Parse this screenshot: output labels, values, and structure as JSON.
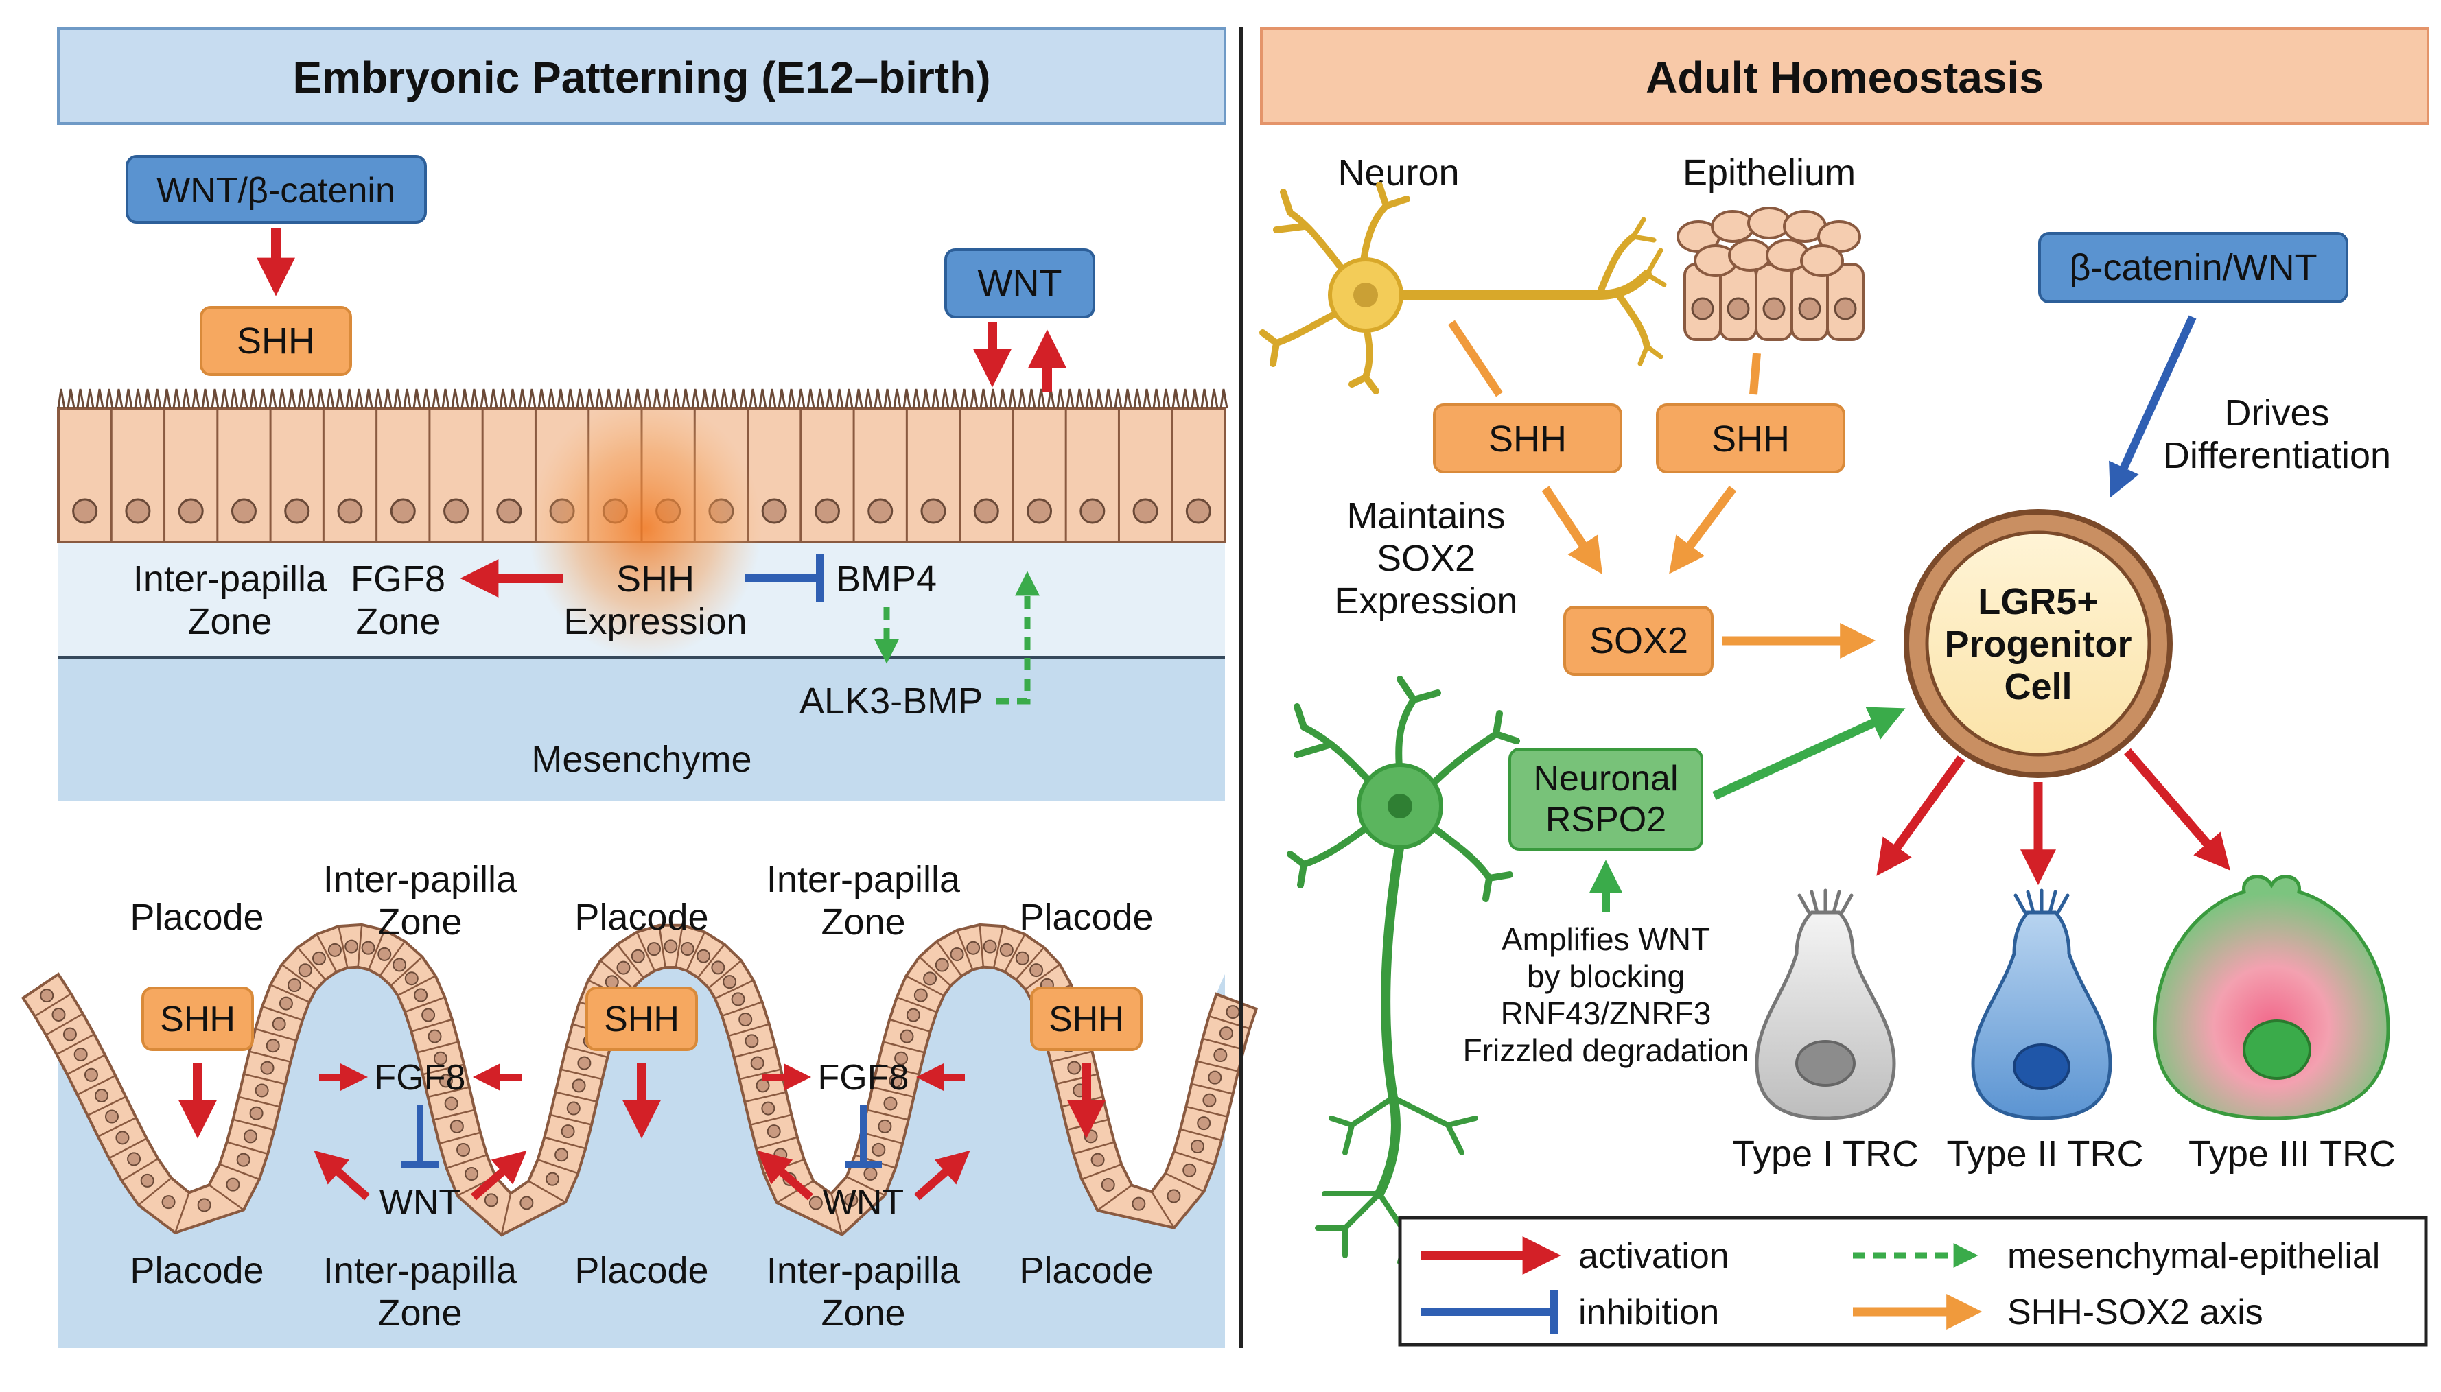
{
  "embryonic": {
    "title": "Embryonic Patterning (E12–birth)",
    "wnt_bcatenin": "WNT/β-catenin",
    "shh_top": "SHH",
    "wnt_top": "WNT",
    "inter_papilla_zone": [
      "Inter-papilla",
      "Zone"
    ],
    "fgf8_zone": [
      "FGF8",
      "Zone"
    ],
    "shh_expression": [
      "SHH",
      "Expression"
    ],
    "bmp4": "BMP4",
    "alk3_bmp": "ALK3-BMP",
    "mesenchyme": "Mesenchyme",
    "bottom": {
      "placode": "Placode",
      "inter_papilla": [
        "Inter-papilla",
        "Zone"
      ],
      "shh": "SHH",
      "fgf8": "FGF8",
      "wnt": "WNT"
    }
  },
  "adult": {
    "title": "Adult Homeostasis",
    "neuron": "Neuron",
    "epithelium": "Epithelium",
    "shh": "SHH",
    "bcatenin_wnt": "β-catenin/WNT",
    "drives_differentiation": [
      "Drives",
      "Differentiation"
    ],
    "maintains_sox2": [
      "Maintains",
      "SOX2",
      "Expression"
    ],
    "sox2": "SOX2",
    "progenitor": [
      "LGR5+",
      "Progenitor",
      "Cell"
    ],
    "neuronal_rspo2": [
      "Neuronal",
      "RSPO2"
    ],
    "amplifies_wnt": [
      "Amplifies WNT",
      "by blocking",
      "RNF43/ZNRF3",
      "Frizzled degradation"
    ],
    "type1": "Type I TRC",
    "type2": "Type II TRC",
    "type3": "Type III TRC"
  },
  "legend": {
    "activation": "activation",
    "inhibition": "inhibition",
    "mesenchymal_epithelial": "mesenchymal-epithelial",
    "shh_sox2_axis": "SHH-SOX2 axis"
  },
  "colors": {
    "activation": "#d32027",
    "inhibition": "#2f5fb3",
    "mesenchymal": "#3aab4a",
    "shh_sox2": "#f09a3c",
    "orange_box": "#f6a860",
    "blue_box": "#5a93d0",
    "green_box": "#78c279"
  }
}
